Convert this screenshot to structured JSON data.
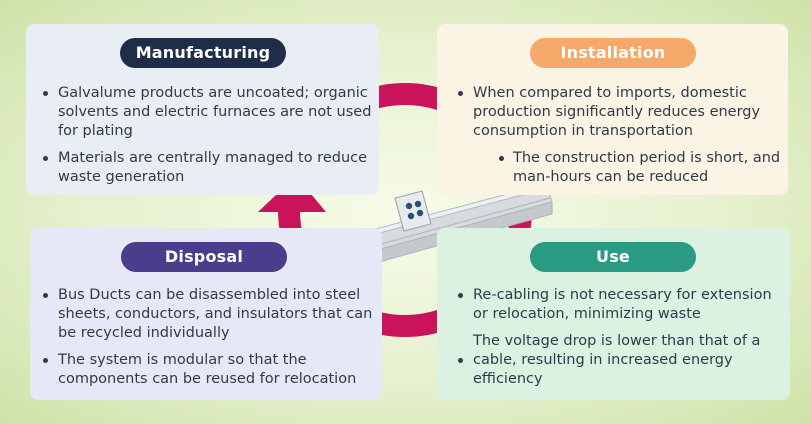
{
  "colors": {
    "manufacturing": "#1f2d48",
    "installation": "#f4a86a",
    "disposal": "#4c3c8c",
    "use": "#2a9a83",
    "cycle_arrow": "#c9135a"
  },
  "center_image": "bus-duct-product-icon",
  "manufacturing": {
    "title": "Manufacturing",
    "bullets": [
      "Galvalume products are uncoated; organic solvents and electric furnaces are not used for plating",
      "Materials are centrally managed to reduce waste generation"
    ]
  },
  "installation": {
    "title": "Installation",
    "bullets": [
      "When compared to imports, domestic production significantly reduces energy consumption in transportation",
      "The construction period is short, and man-hours can be reduced"
    ]
  },
  "disposal": {
    "title": "Disposal",
    "bullets": [
      "Bus Ducts can be disassembled into steel sheets, conductors, and insulators that can be recycled individually",
      "The system is modular so that the components can be reused for relocation"
    ]
  },
  "use": {
    "title": "Use",
    "bullets": [
      "Re-cabling is not necessary for extension or relocation, minimizing waste",
      "The voltage drop is lower than that of a cable, resulting in increased energy efficiency"
    ]
  }
}
